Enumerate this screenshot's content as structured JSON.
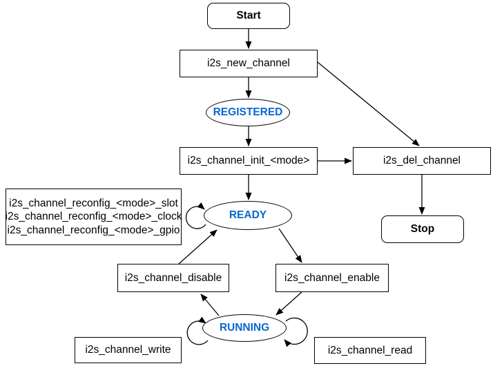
{
  "colors": {
    "state_text": "#0967d2",
    "stroke": "#000000",
    "node_fill": "#ffffff"
  },
  "nodes": {
    "start": {
      "label": "Start"
    },
    "new_channel": {
      "label": "i2s_new_channel"
    },
    "registered": {
      "label": "REGISTERED"
    },
    "init": {
      "label": "i2s_channel_init_<mode>"
    },
    "del_channel": {
      "label": "i2s_del_channel"
    },
    "stop": {
      "label": "Stop"
    },
    "reconfig": {
      "lines": [
        "i2s_channel_reconfig_<mode>_slot",
        "i2s_channel_reconfig_<mode>_clock",
        "i2s_channel_reconfig_<mode>_gpio"
      ]
    },
    "ready": {
      "label": "READY"
    },
    "disable": {
      "label": "i2s_channel_disable"
    },
    "enable": {
      "label": "i2s_channel_enable"
    },
    "running": {
      "label": "RUNNING"
    },
    "write": {
      "label": "i2s_channel_write"
    },
    "read": {
      "label": "i2s_channel_read"
    }
  }
}
